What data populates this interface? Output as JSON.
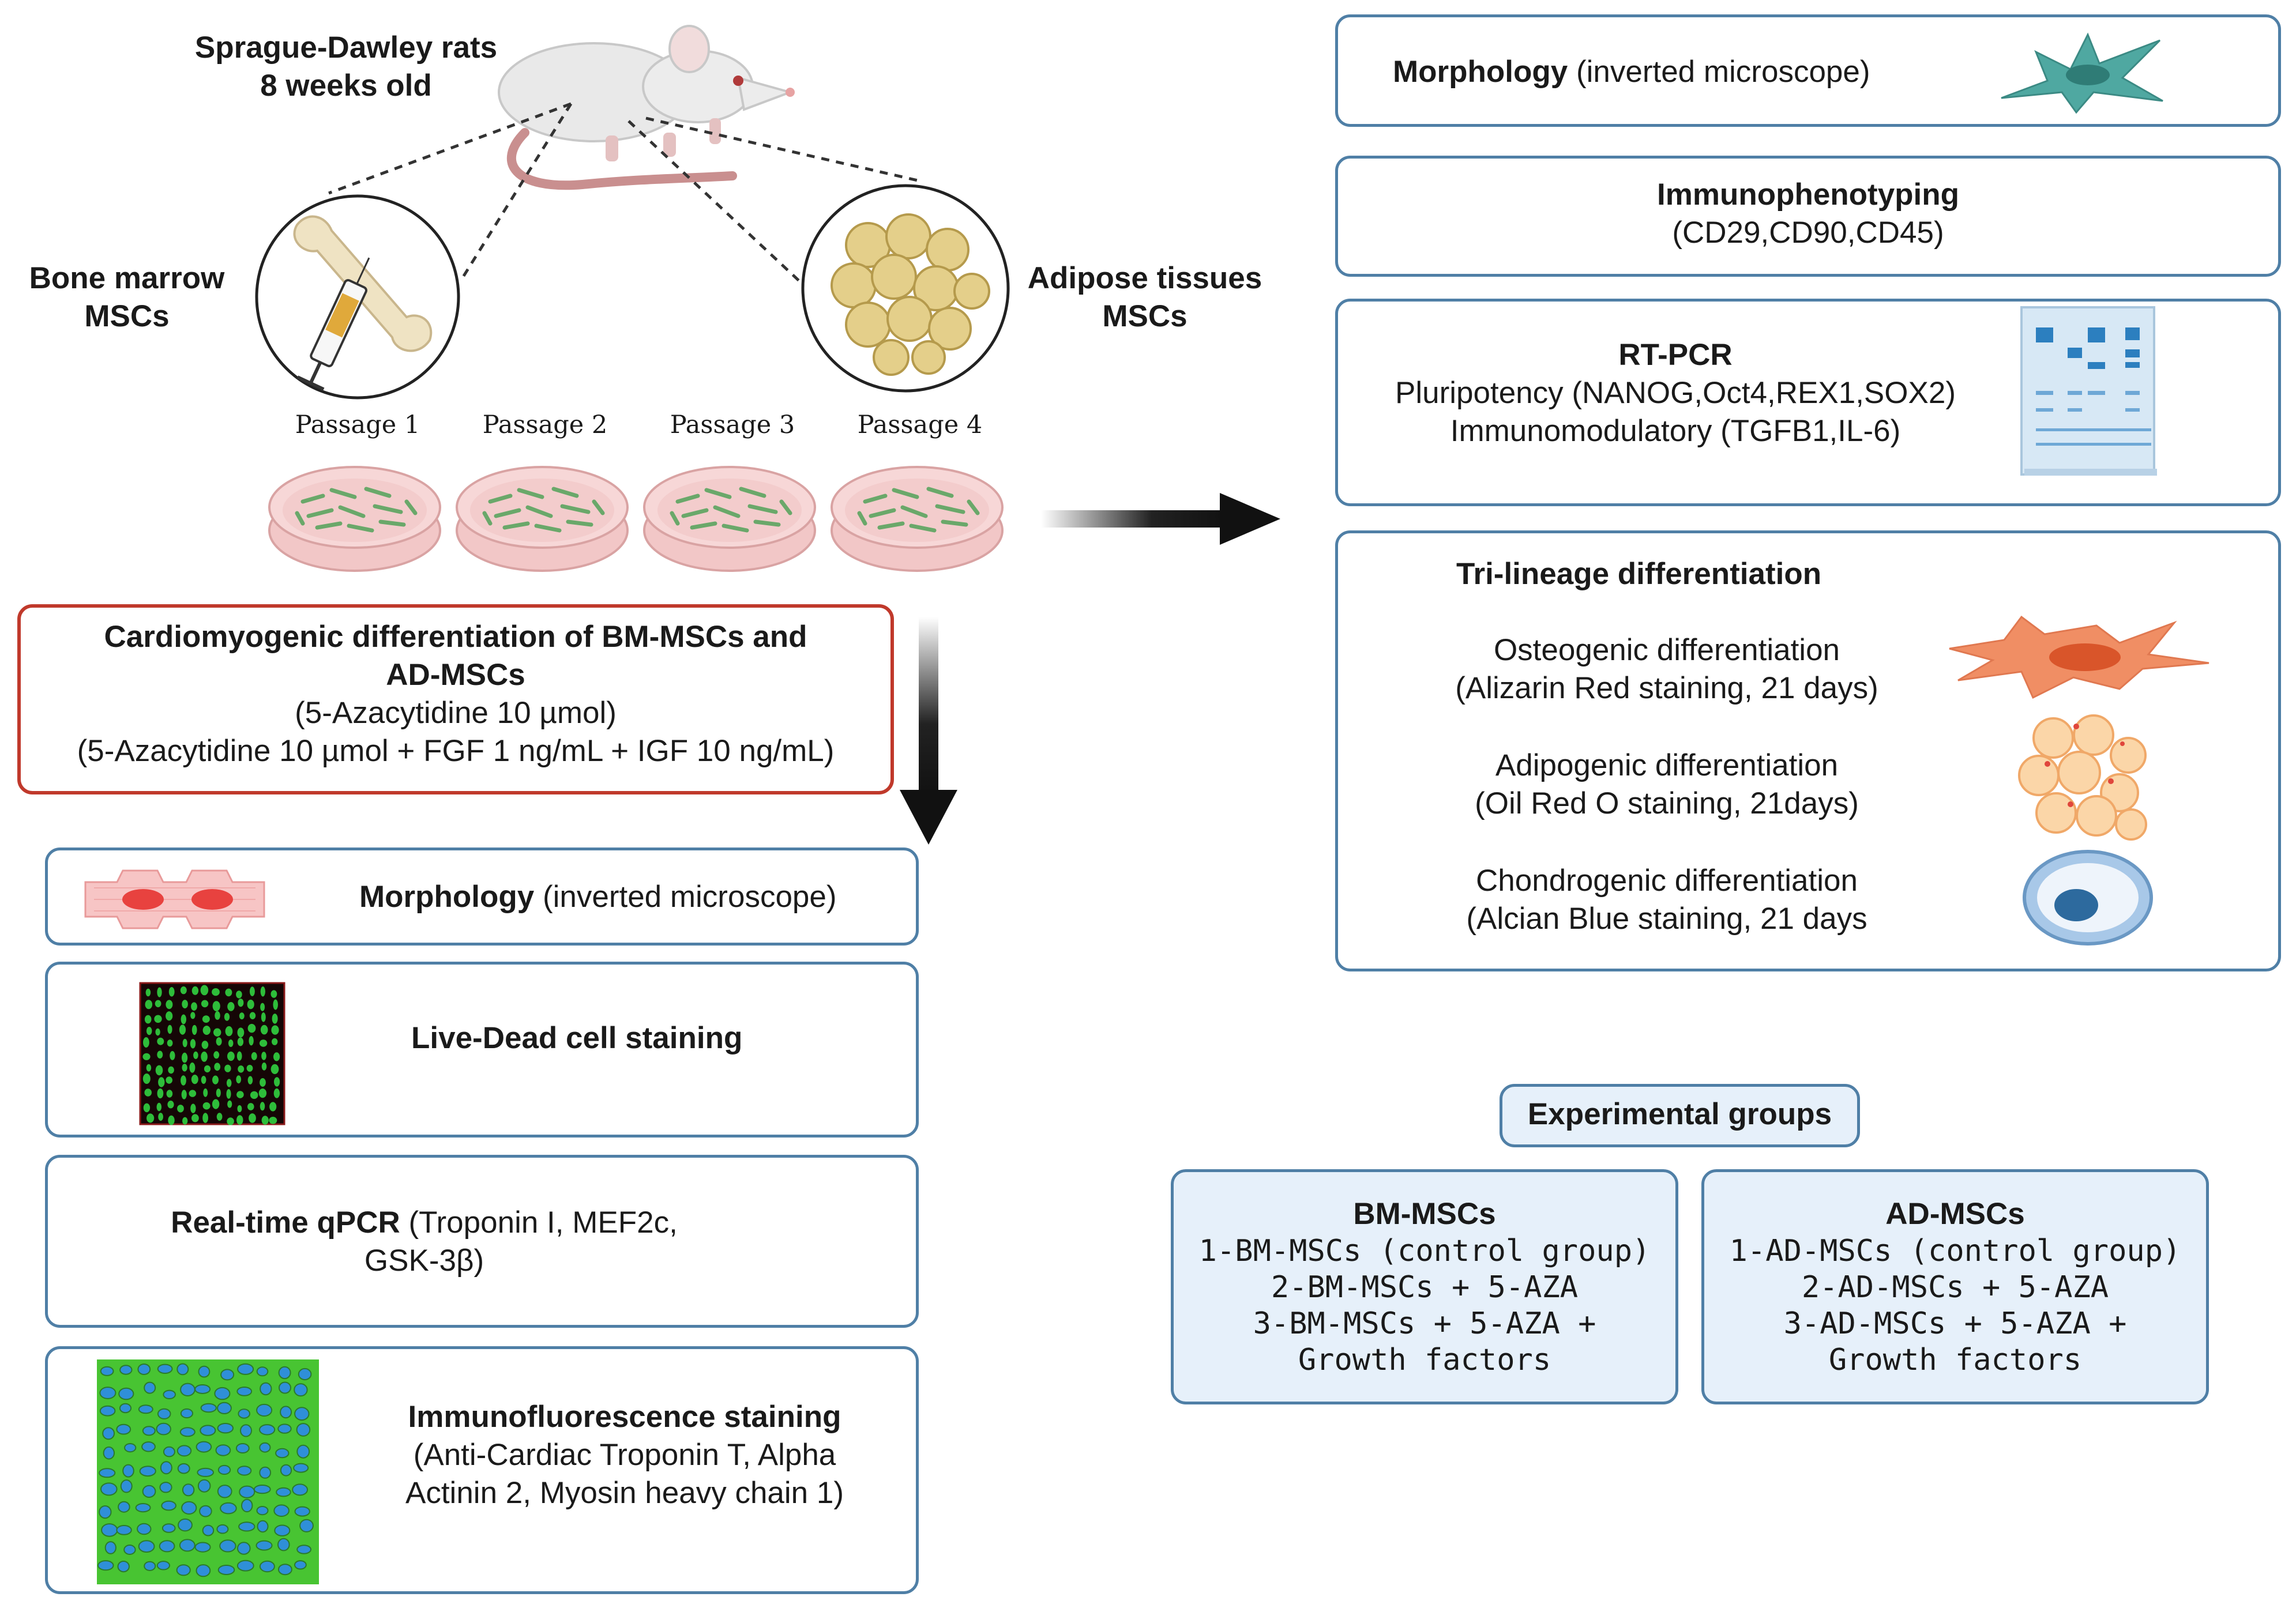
{
  "source": {
    "rat_label_line1": "Sprague-Dawley rats",
    "rat_label_line2": "8 weeks old",
    "bm_label_line1": "Bone marrow",
    "bm_label_line2": "MSCs",
    "ad_label_line1": "Adipose tissues",
    "ad_label_line2": "MSCs",
    "passages": [
      "Passage 1",
      "Passage 2",
      "Passage 3",
      "Passage 4"
    ]
  },
  "cardio": {
    "title_line1": "Cardiomyogenic differentiation of BM-MSCs and",
    "title_line2": "AD-MSCs",
    "line3": "(5-Azacytidine 10 µmol)",
    "line4": "(5-Azacytidine 10 µmol + FGF 1 ng/mL + IGF 10 ng/mL)"
  },
  "left_assays": {
    "morphology_title": "Morphology",
    "morphology_detail": " (inverted microscope)",
    "livedead_title": "Live-Dead cell staining",
    "qpcr_title": "Real-time qPCR",
    "qpcr_detail": " (Troponin I, MEF2c,",
    "qpcr_line2": "GSK-3β)",
    "if_title": "Immunofluorescence staining",
    "if_line2": "(Anti-Cardiac Troponin T, Alpha",
    "if_line3": "Actinin 2, Myosin heavy chain 1)"
  },
  "right_assays": {
    "morphology_title": "Morphology",
    "morphology_detail": " (inverted microscope)",
    "immuno_title": "Immunophenotyping",
    "immuno_line2": "(CD29,CD90,CD45)",
    "rtpcr_title": "RT-PCR",
    "rtpcr_line2": "Pluripotency (NANOG,Oct4,REX1,SOX2)",
    "rtpcr_line3": "Immunomodulatory (TGFB1,IL-6)",
    "tri_title": "Tri-lineage differentiation",
    "osteo_line1": "Osteogenic differentiation",
    "osteo_line2": "(Alizarin Red staining, 21 days)",
    "adipo_line1": "Adipogenic differentiation",
    "adipo_line2": "(Oil Red O staining, 21days)",
    "chondro_line1": "Chondrogenic differentiation",
    "chondro_line2": "(Alcian Blue staining, 21 days"
  },
  "groups": {
    "header": "Experimental groups",
    "bm_title": "BM-MSCs",
    "bm_items": [
      "1-BM-MSCs (control group)",
      "2-BM-MSCs + 5-AZA",
      "3-BM-MSCs + 5-AZA +",
      "Growth factors"
    ],
    "ad_title": "AD-MSCs",
    "ad_items": [
      "1-AD-MSCs (control group)",
      "2-AD-MSCs + 5-AZA",
      "3-AD-MSCs + 5-AZA +",
      "Growth factors"
    ]
  },
  "colors": {
    "box_border": "#4f7fa6",
    "cardio_border": "#c0392b",
    "group_fill": "#e6f0fa",
    "arrow": "#1a1a1a"
  },
  "icons": [
    "rat-illustration",
    "bone-syringe-icon",
    "adipose-cells-icon",
    "petri-dish-icon",
    "cardiomyocyte-icon",
    "live-dead-image",
    "immunofluorescence-image",
    "msc-cell-icon",
    "gel-electrophoresis-icon",
    "osteocyte-icon",
    "adipocyte-cluster-icon",
    "chondrocyte-icon"
  ]
}
